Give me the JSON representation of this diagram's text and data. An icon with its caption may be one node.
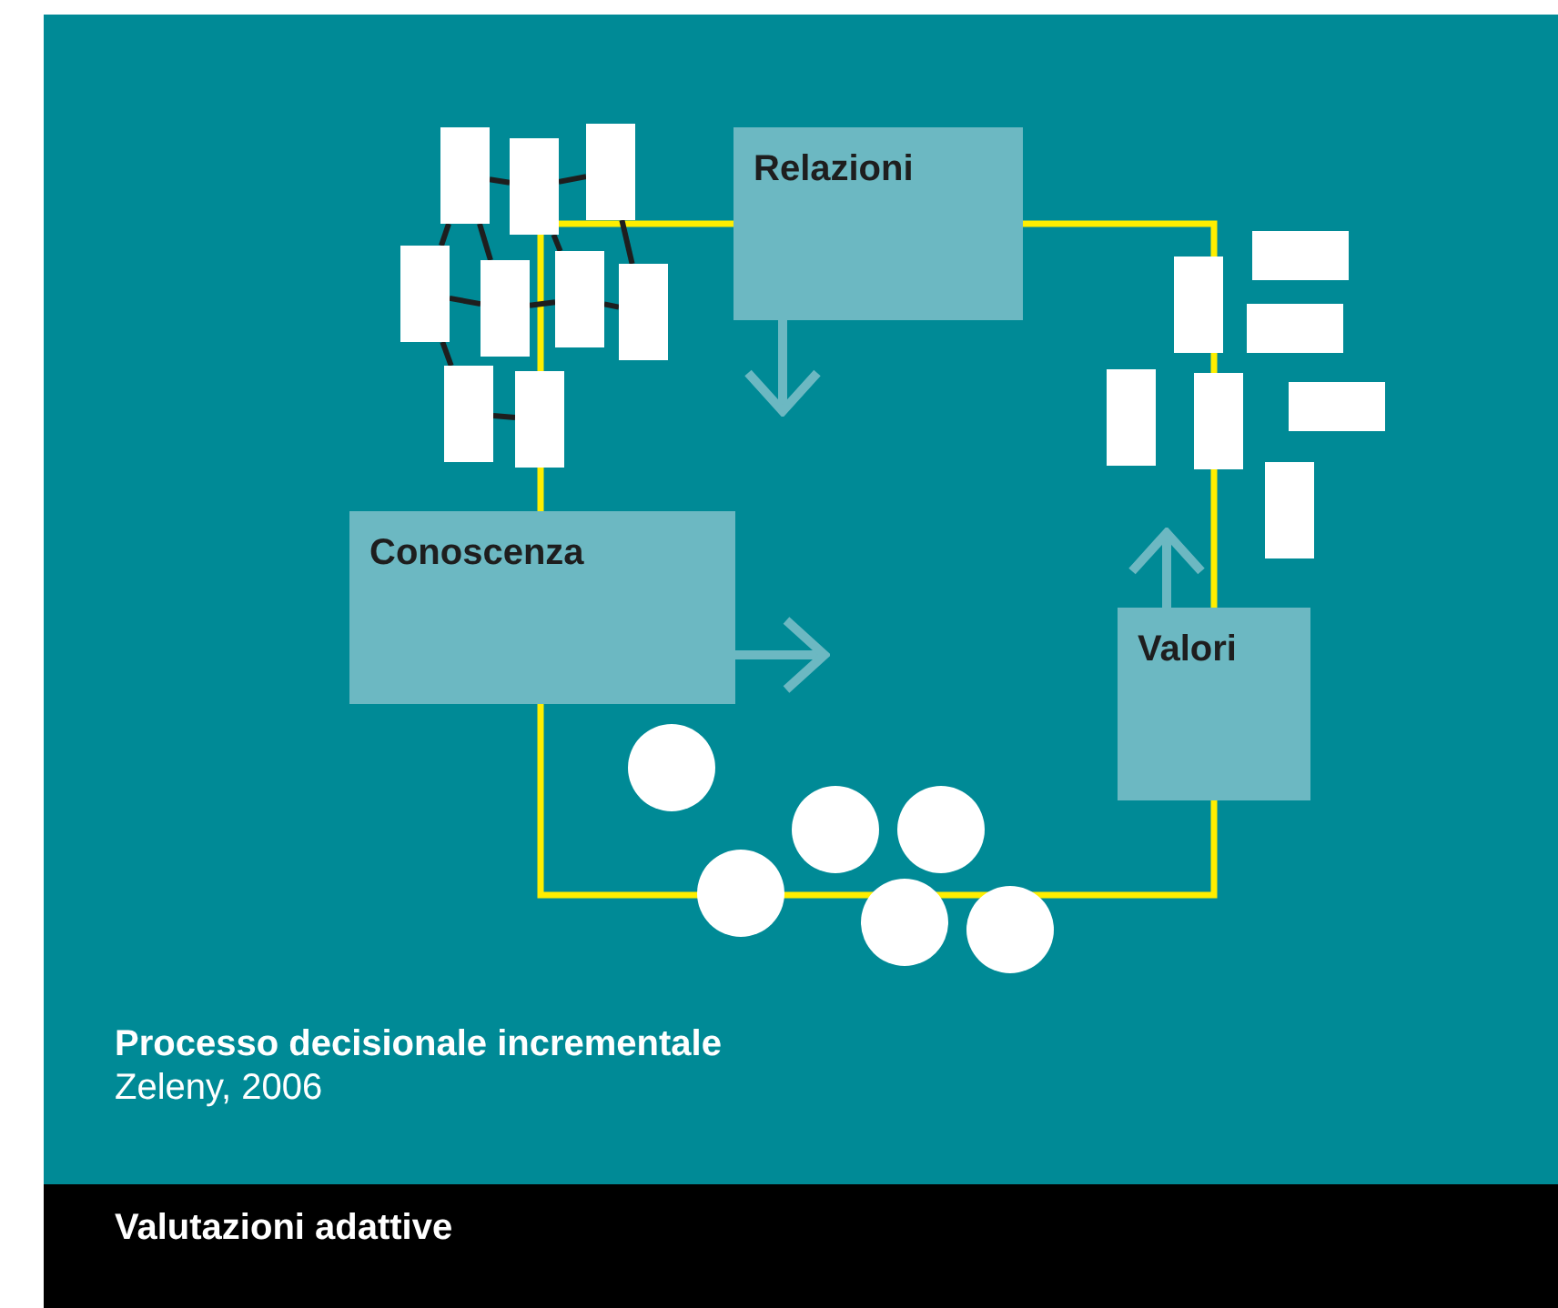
{
  "diagram": {
    "title": "Processo decisionale incrementale",
    "caption": "Zeleny, 2006",
    "nodes": [
      {
        "text": [],
        "shape": "box"
      },
      {
        "text": [],
        "shape": "box"
      },
      {
        "text": [],
        "shape": "box"
      },
      {
        "text": [
          "Relazioni"
        ]
      },
      {
        "text": [],
        "shape": "box"
      },
      {
        "text": [],
        "shape": "box"
      },
      {
        "text": [],
        "shape": "box"
      },
      {
        "text": [],
        "shape": "box"
      },
      {
        "text": [],
        "shape": "box"
      },
      {
        "text": [],
        "shape": "box"
      },
      {
        "text": [],
        "shape": "box"
      },
      {
        "text": [],
        "shape": "box"
      },
      {
        "text": [],
        "shape": "box"
      },
      {
        "text": [],
        "shape": "box"
      },
      {
        "text": [],
        "shape": "box"
      },
      {
        "text": [],
        "shape": "box"
      },
      {
        "text": [],
        "shape": "box"
      },
      {
        "text": [
          "Conoscenza"
        ]
      },
      {
        "text": [
          "Valori"
        ]
      },
      {
        "text": [],
        "shape": "circle"
      },
      {
        "text": [],
        "shape": "circle"
      },
      {
        "text": [],
        "shape": "circle"
      },
      {
        "text": [],
        "shape": "circle"
      },
      {
        "text": [],
        "shape": "circle"
      },
      {
        "text": [],
        "shape": "circle"
      }
    ],
    "edges": [
      {
        "from": 0,
        "to": 1,
        "arrow": "none"
      },
      {
        "from": 1,
        "to": 2,
        "arrow": "none"
      },
      {
        "from": 0,
        "to": 4,
        "arrow": "none"
      },
      {
        "from": 0,
        "to": 5,
        "arrow": "none"
      },
      {
        "from": 1,
        "to": 6,
        "arrow": "none"
      },
      {
        "from": 2,
        "to": 7,
        "arrow": "none"
      },
      {
        "from": 4,
        "to": 5,
        "arrow": "none"
      },
      {
        "from": 5,
        "to": 6,
        "arrow": "none"
      },
      {
        "from": 6,
        "to": 7,
        "arrow": "none"
      },
      {
        "from": 4,
        "to": 12,
        "arrow": "none"
      },
      {
        "from": 12,
        "to": 13,
        "arrow": "none"
      },
      {
        "from": 3,
        "to": null,
        "arrow": "to",
        "color": "#6cb8c2"
      },
      {
        "from": 17,
        "to": null,
        "arrow": "to",
        "color": "#6cb8c2"
      },
      {
        "from": 18,
        "to": null,
        "arrow": "to",
        "color": "#6cb8c2"
      }
    ],
    "labels": [
      "Valutazioni adattive"
    ]
  }
}
